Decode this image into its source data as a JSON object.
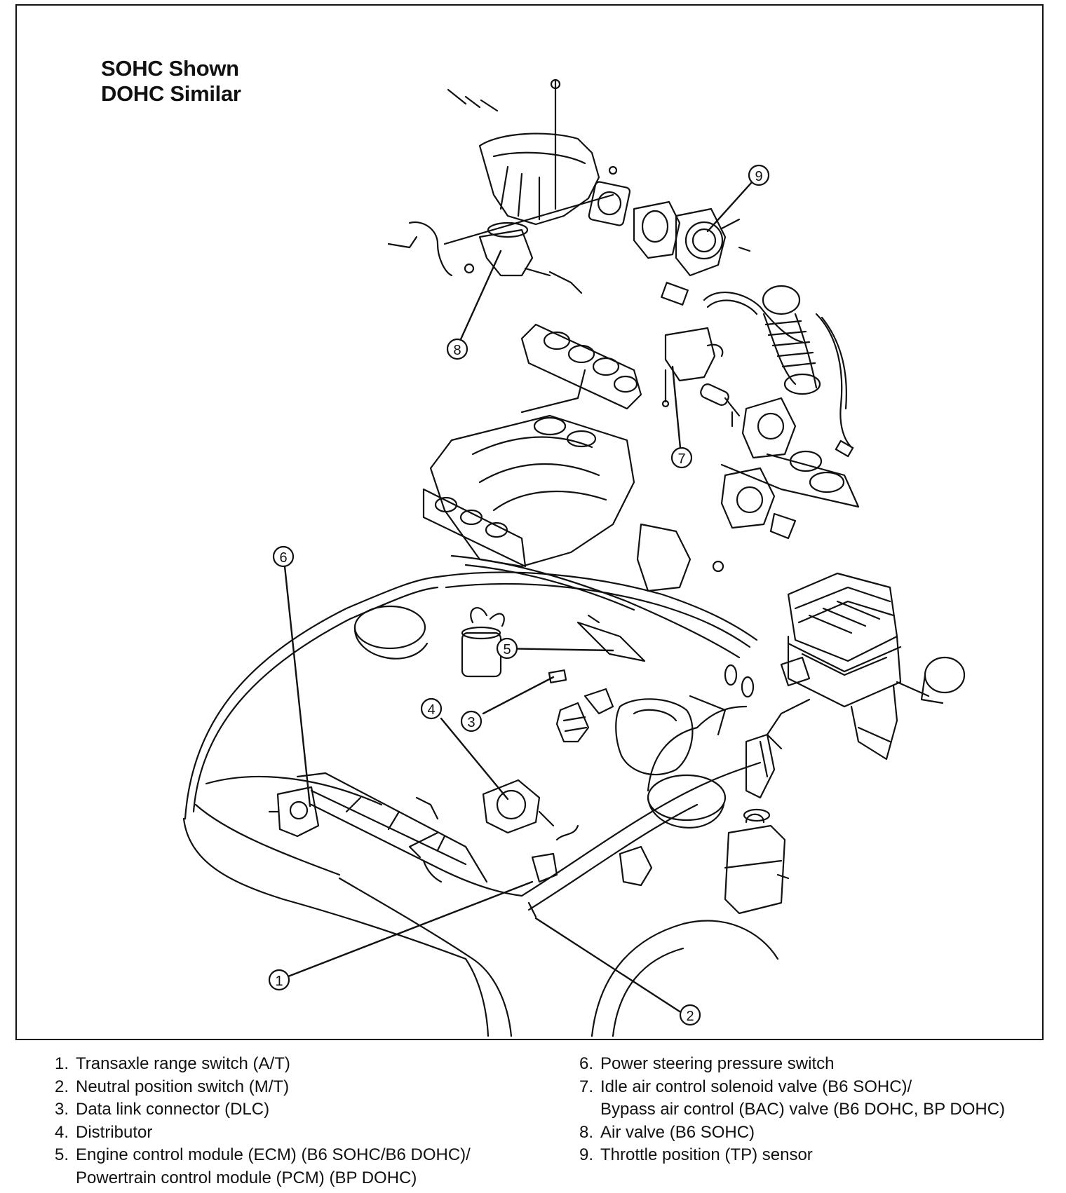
{
  "title": {
    "line1": "SOHC Shown",
    "line2": "DOHC Similar"
  },
  "callouts": [
    "1",
    "2",
    "3",
    "4",
    "5",
    "6",
    "7",
    "8",
    "9"
  ],
  "legend": {
    "left": [
      {
        "num": "1.",
        "text": "Transaxle range switch (A/T)"
      },
      {
        "num": "2.",
        "text": "Neutral position switch (M/T)"
      },
      {
        "num": "3.",
        "text": "Data link connector (DLC)"
      },
      {
        "num": "4.",
        "text": "Distributor"
      },
      {
        "num": "5.",
        "text": "Engine control module (ECM) (B6 SOHC/B6 DOHC)/",
        "cont": "Powertrain control module (PCM) (BP DOHC)"
      }
    ],
    "right": [
      {
        "num": "6.",
        "text": "Power steering pressure switch"
      },
      {
        "num": "7.",
        "text": "Idle air control solenoid valve (B6 SOHC)/",
        "cont": "Bypass air control (BAC) valve (B6 DOHC, BP DOHC)"
      },
      {
        "num": "8.",
        "text": "Air valve (B6 SOHC)"
      },
      {
        "num": "9.",
        "text": "Throttle position (TP) sensor"
      }
    ]
  }
}
